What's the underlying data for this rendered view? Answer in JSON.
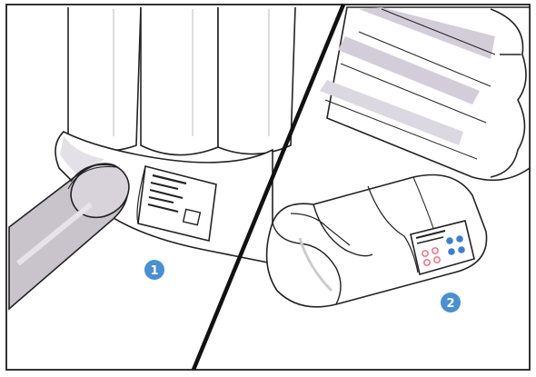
{
  "callouts": [
    {
      "label": "1",
      "color": "#4a90d0"
    },
    {
      "label": "2",
      "color": "#4a90d0"
    }
  ],
  "colors": {
    "outline": "#222222",
    "divider": "#111111",
    "pipe_fill": "#c9c3cb",
    "shade": "#cdc8d6",
    "grey_band": "#d2cdd8",
    "frame": "#333333",
    "port_red": "#e56b80",
    "port_blue": "#3f7fca"
  },
  "panels": [
    {
      "id": "left",
      "description_icons": [
        "tube-icon",
        "inflatable-base-icon",
        "label-tag-icon"
      ]
    },
    {
      "id": "right",
      "description_icons": [
        "inflated-tube-icon",
        "valve-panel-icon"
      ]
    }
  ]
}
